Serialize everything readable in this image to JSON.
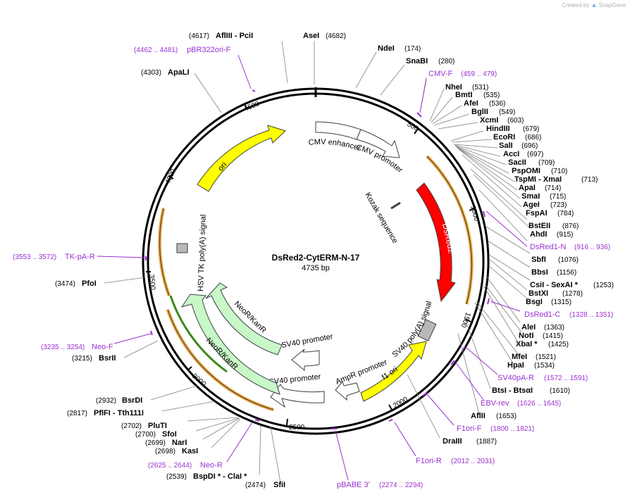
{
  "credit": {
    "prefix": "Created by",
    "brand": "SnapGene"
  },
  "plasmid": {
    "name": "DsRed2-CytERM-N-17",
    "length_label": "4735 bp",
    "length": 4735
  },
  "colors": {
    "enzyme": "#000000",
    "primer": "#9b30d0",
    "feature_outline": "#404040"
  },
  "ticks": [
    "500",
    "1000",
    "1500",
    "2000",
    "2500",
    "3000",
    "3500",
    "4000",
    "4500"
  ],
  "enzymes": [
    {
      "name": "AflIII  - PciI",
      "pos": "(4617)",
      "side": "left"
    },
    {
      "name": "AseI",
      "pos": "(4682)",
      "side": "right"
    },
    {
      "name": "NdeI",
      "pos": "(174)",
      "side": "right"
    },
    {
      "name": "SnaBI",
      "pos": "(280)",
      "side": "right"
    },
    {
      "name": "NheI",
      "pos": "(531)",
      "side": "right"
    },
    {
      "name": "BmtI",
      "pos": "(535)",
      "side": "right"
    },
    {
      "name": "AfeI",
      "pos": "(536)",
      "side": "right"
    },
    {
      "name": "BglII",
      "pos": "(549)",
      "side": "right"
    },
    {
      "name": "XcmI",
      "pos": "(603)",
      "side": "right"
    },
    {
      "name": "HindIII",
      "pos": "(679)",
      "side": "right"
    },
    {
      "name": "EcoRI",
      "pos": "(686)",
      "side": "right"
    },
    {
      "name": "SalI",
      "pos": "(696)",
      "side": "right"
    },
    {
      "name": "AccI",
      "pos": "(697)",
      "side": "right"
    },
    {
      "name": "SacII",
      "pos": "(709)",
      "side": "right"
    },
    {
      "name": "PspOMI",
      "pos": "(710)",
      "side": "right"
    },
    {
      "name": "TspMI  - XmaI",
      "pos": "(713)",
      "side": "right"
    },
    {
      "name": "ApaI",
      "pos": "(714)",
      "side": "right"
    },
    {
      "name": "SmaI",
      "pos": "(715)",
      "side": "right"
    },
    {
      "name": "AgeI",
      "pos": "(723)",
      "side": "right"
    },
    {
      "name": "FspAI",
      "pos": "(784)",
      "side": "right"
    },
    {
      "name": "BstEII",
      "pos": "(876)",
      "side": "right"
    },
    {
      "name": "AhdI",
      "pos": "(915)",
      "side": "right"
    },
    {
      "name": "SbfI",
      "pos": "(1076)",
      "side": "right"
    },
    {
      "name": "BbsI",
      "pos": "(1156)",
      "side": "right"
    },
    {
      "name": "CsiI  - SexAI *",
      "pos": "(1253)",
      "side": "right"
    },
    {
      "name": "BstXI",
      "pos": "(1278)",
      "side": "right"
    },
    {
      "name": "BsgI",
      "pos": "(1315)",
      "side": "right"
    },
    {
      "name": "AleI",
      "pos": "(1363)",
      "side": "right"
    },
    {
      "name": "NotI",
      "pos": "(1415)",
      "side": "right"
    },
    {
      "name": "XbaI *",
      "pos": "(1425)",
      "side": "right"
    },
    {
      "name": "MfeI",
      "pos": "(1521)",
      "side": "right"
    },
    {
      "name": "HpaI",
      "pos": "(1534)",
      "side": "right"
    },
    {
      "name": "BtsI  - BtsαI",
      "pos": "(1610)",
      "side": "right"
    },
    {
      "name": "AflII",
      "pos": "(1653)",
      "side": "right"
    },
    {
      "name": "DraIII",
      "pos": "(1887)",
      "side": "right"
    },
    {
      "name": "SfiI",
      "pos": "(2474)",
      "side": "left"
    },
    {
      "name": "BspDI *  - ClaI *",
      "pos": "(2539)",
      "side": "left"
    },
    {
      "name": "KasI",
      "pos": "(2698)",
      "side": "left"
    },
    {
      "name": "NarI",
      "pos": "(2699)",
      "side": "left"
    },
    {
      "name": "SfoI",
      "pos": "(2700)",
      "side": "left"
    },
    {
      "name": "PluTI",
      "pos": "(2702)",
      "side": "left"
    },
    {
      "name": "PflFI  - Tth111I",
      "pos": "(2817)",
      "side": "left"
    },
    {
      "name": "BsrDI",
      "pos": "(2932)",
      "side": "left"
    },
    {
      "name": "BsrII",
      "pos": "(3215)",
      "side": "left"
    },
    {
      "name": "PfoI",
      "pos": "(3474)",
      "side": "left"
    },
    {
      "name": "ApaLI",
      "pos": "(4303)",
      "side": "left"
    }
  ],
  "primers": [
    {
      "name": "pBR322ori-F",
      "range": "(4462 .. 4481)",
      "side": "left"
    },
    {
      "name": "CMV-F",
      "range": "(459 .. 479)",
      "side": "right"
    },
    {
      "name": "DsRed1-N",
      "range": "(916 .. 936)",
      "side": "right"
    },
    {
      "name": "DsRed1-C",
      "range": "(1328 .. 1351)",
      "side": "right"
    },
    {
      "name": "SV40pA-R",
      "range": "(1572 .. 1591)",
      "side": "right"
    },
    {
      "name": "EBV-rev",
      "range": "(1626 .. 1645)",
      "side": "right"
    },
    {
      "name": "F1ori-F",
      "range": "(1800 .. 1821)",
      "side": "right"
    },
    {
      "name": "F1ori-R",
      "range": "(2012 .. 2031)",
      "side": "right"
    },
    {
      "name": "pBABE 3'",
      "range": "(2274 .. 2294)",
      "side": "right"
    },
    {
      "name": "Neo-R",
      "range": "(2625 .. 2644)",
      "side": "left"
    },
    {
      "name": "Neo-F",
      "range": "(3235 .. 3254)",
      "side": "left"
    },
    {
      "name": "TK-pA-R",
      "range": "(3553 .. 3572)",
      "side": "left"
    }
  ],
  "features": {
    "ori": "ori",
    "cmv_enhancer": "CMV enhancer",
    "cmv_promoter": "CMV promoter",
    "kozak": "Kozak sequence",
    "dsred2": "DsRed2",
    "sv40_polya": "SV40 poly(A) signal",
    "f1_ori": "f1 ori",
    "ampr_promoter": "AmpR promoter",
    "sv40_promoter_1": "SV40 promoter",
    "sv40_promoter_2": "SV40 promoter",
    "neokanr_1": "NeoR/KanR",
    "neokanr_2": "NeoR/KanR",
    "hsv_tk": "HSV TK poly(A) signal"
  }
}
